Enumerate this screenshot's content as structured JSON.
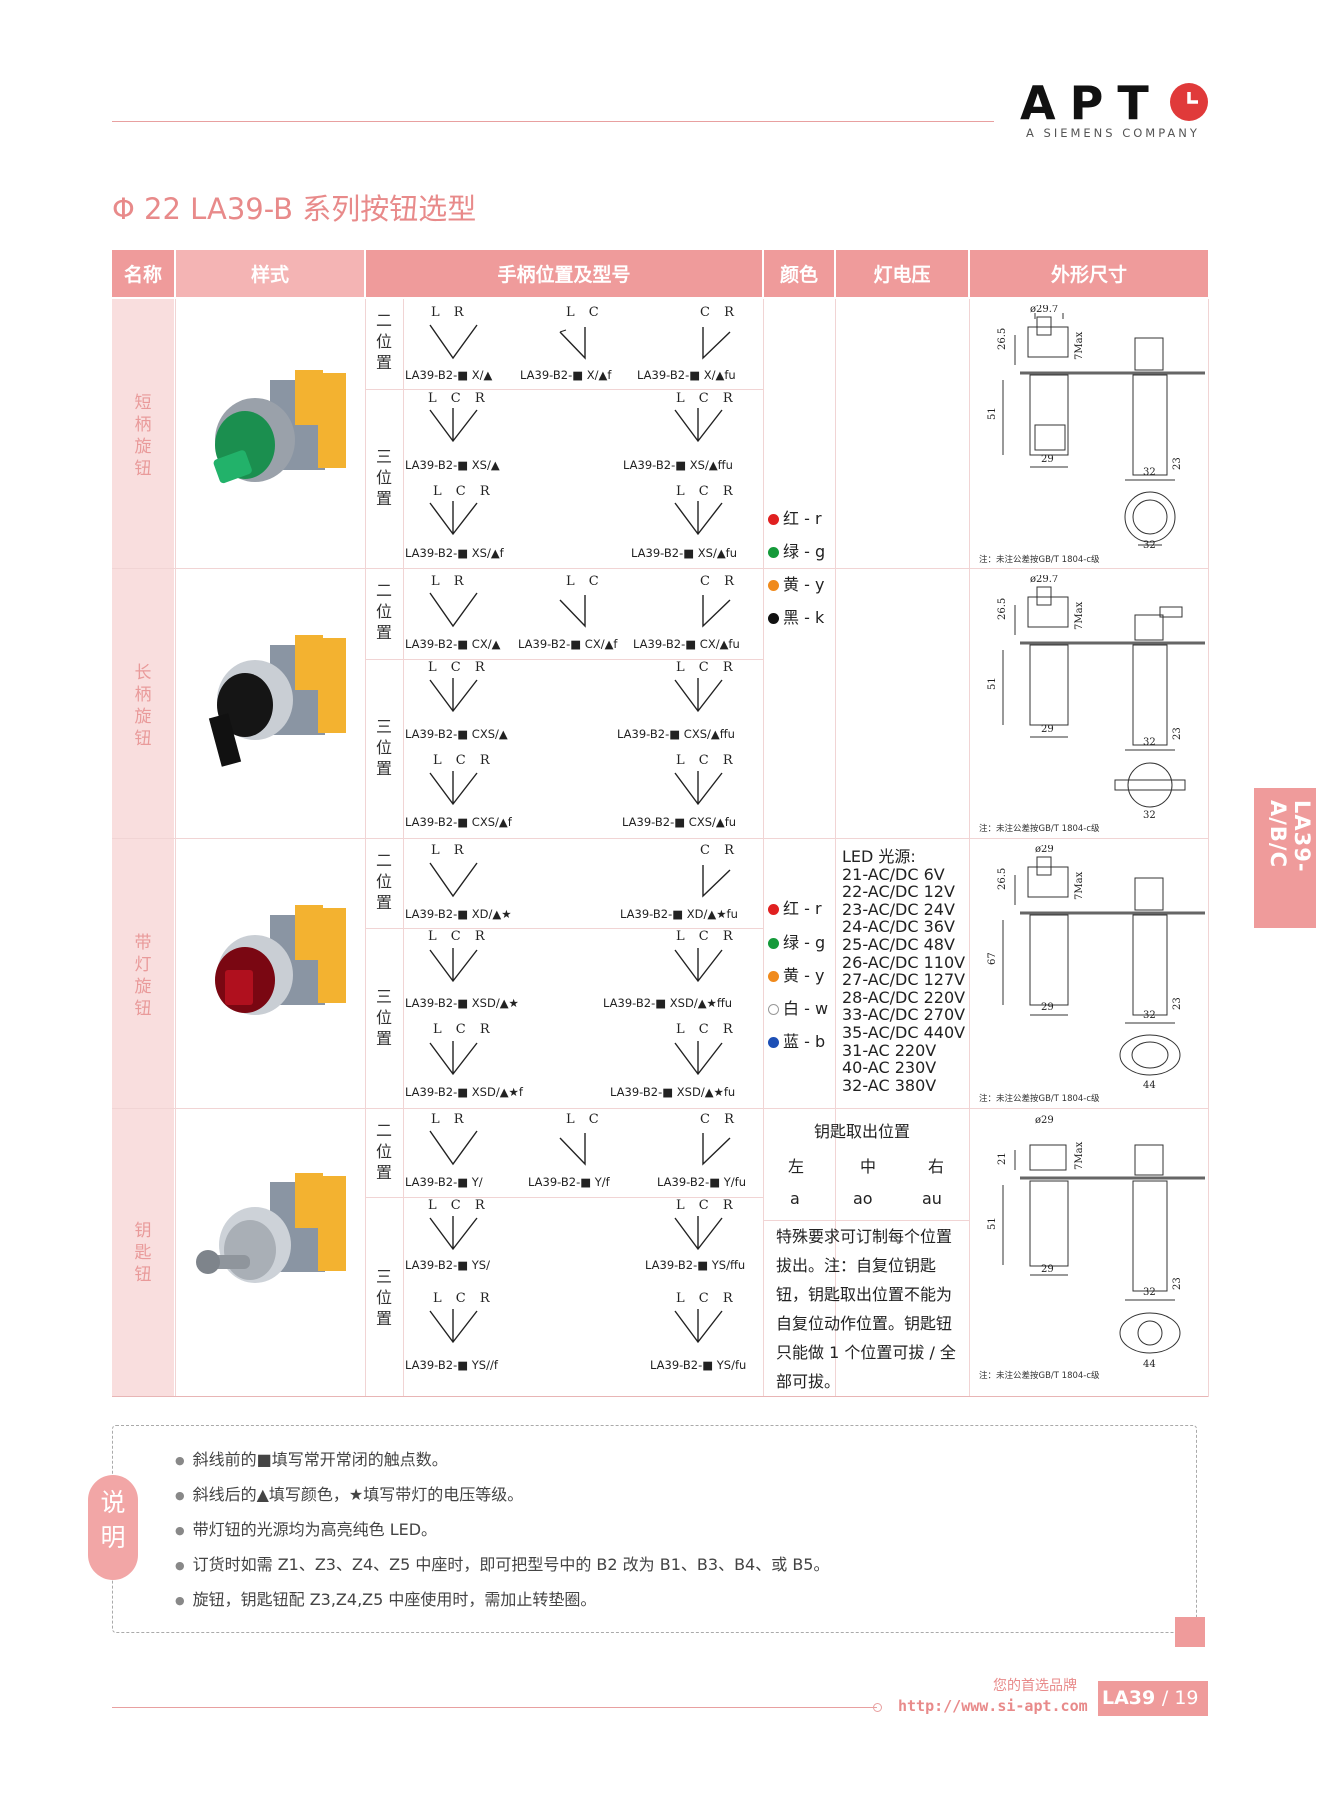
{
  "header": {
    "logo": "APT",
    "logo_sub": "A SIEMENS COMPANY"
  },
  "title": "Φ 22 LA39-B 系列按钮选型",
  "table_headers": [
    "名称",
    "样式",
    "手柄位置及型号",
    "颜色",
    "灯电压",
    "外形尺寸"
  ],
  "rows": [
    {
      "name": "短柄旋钮",
      "two_pos": {
        "label": "二位置",
        "items": [
          {
            "lr": "L R",
            "model": "LA39-B2-■ X/▲"
          },
          {
            "lr": "L C",
            "model": "LA39-B2-■ X/▲f"
          },
          {
            "lr": "C R",
            "model": "LA39-B2-■ X/▲fu"
          }
        ]
      },
      "three_pos": {
        "label": "三位置",
        "items": [
          {
            "lr": "L C R",
            "model": "LA39-B2-■ XS/▲"
          },
          {
            "lr": "L C R",
            "model": "LA39-B2-■ XS/▲ffu"
          },
          {
            "lr": "L C R",
            "model": "LA39-B2-■ XS/▲f"
          },
          {
            "lr": "L C R",
            "model": "LA39-B2-■ XS/▲fu"
          }
        ]
      },
      "dims": {
        "d": "ø29.7",
        "h1": "26.5",
        "h2": "51",
        "w": "29",
        "max": "7Max",
        "w2": "32",
        "h3": "23",
        "w3": "32"
      },
      "note": "注：未注公差按GB/T 1804-c级"
    },
    {
      "name": "长柄旋钮",
      "two_pos": {
        "label": "二位置",
        "items": [
          {
            "lr": "L R",
            "model": "LA39-B2-■ CX/▲"
          },
          {
            "lr": "L C",
            "model": "LA39-B2-■ CX/▲f"
          },
          {
            "lr": "C R",
            "model": "LA39-B2-■ CX/▲fu"
          }
        ]
      },
      "three_pos": {
        "label": "三位置",
        "items": [
          {
            "lr": "L C R",
            "model": "LA39-B2-■ CXS/▲"
          },
          {
            "lr": "L C R",
            "model": "LA39-B2-■ CXS/▲ffu"
          },
          {
            "lr": "L C R",
            "model": "LA39-B2-■ CXS/▲f"
          },
          {
            "lr": "L C R",
            "model": "LA39-B2-■ CXS/▲fu"
          }
        ]
      },
      "dims": {
        "d": "ø29.7",
        "h1": "26.5",
        "h2": "51",
        "w": "29",
        "max": "7Max",
        "w2": "32",
        "h3": "23",
        "w3": "32"
      },
      "note": "注：未注公差按GB/T 1804-c级"
    },
    {
      "name": "带灯旋钮",
      "two_pos": {
        "label": "二位置",
        "items": [
          {
            "lr": "L R",
            "model": "LA39-B2-■ XD/▲★"
          },
          {
            "lr": "C R",
            "model": "LA39-B2-■ XD/▲★fu"
          }
        ]
      },
      "three_pos": {
        "label": "三位置",
        "items": [
          {
            "lr": "L C R",
            "model": "LA39-B2-■ XSD/▲★"
          },
          {
            "lr": "L C R",
            "model": "LA39-B2-■ XSD/▲★ffu"
          },
          {
            "lr": "L C R",
            "model": "LA39-B2-■ XSD/▲★f"
          },
          {
            "lr": "L C R",
            "model": "LA39-B2-■ XSD/▲★fu"
          }
        ]
      },
      "dims": {
        "d": "ø29",
        "h1": "26.5",
        "h2": "67",
        "w": "29",
        "max": "7Max",
        "w2": "32",
        "h3": "23",
        "w3": "44"
      },
      "note": "注：未注公差按GB/T 1804-c级"
    },
    {
      "name": "钥匙钮",
      "two_pos": {
        "label": "二位置",
        "items": [
          {
            "lr": "L R",
            "model": "LA39-B2-■ Y/"
          },
          {
            "lr": "L C",
            "model": "LA39-B2-■ Y/f"
          },
          {
            "lr": "C R",
            "model": "LA39-B2-■ Y/fu"
          }
        ]
      },
      "three_pos": {
        "label": "三位置",
        "items": [
          {
            "lr": "L C R",
            "model": "LA39-B2-■ YS/"
          },
          {
            "lr": "L C R",
            "model": "LA39-B2-■ YS/ffu"
          },
          {
            "lr": "L C R",
            "model": "LA39-B2-■ YS//f"
          },
          {
            "lr": "L C R",
            "model": "LA39-B2-■ YS/fu"
          }
        ]
      },
      "dims": {
        "d": "ø29",
        "h1": "21",
        "h2": "51",
        "w": "29",
        "max": "7Max",
        "w2": "32",
        "h3": "23",
        "w3": "44"
      },
      "note": "注：未注公差按GB/T 1804-c级"
    }
  ],
  "colors_a": [
    {
      "label": "红 - r",
      "color": "#e02020"
    },
    {
      "label": "绿 - g",
      "color": "#159a3a"
    },
    {
      "label": "黄 - y",
      "color": "#f08a1c"
    },
    {
      "label": "黑 - k",
      "color": "#111111"
    }
  ],
  "colors_b": [
    {
      "label": "红 - r",
      "color": "#e02020"
    },
    {
      "label": "绿 - g",
      "color": "#159a3a"
    },
    {
      "label": "黄 - y",
      "color": "#f08a1c"
    },
    {
      "label": "白 - w",
      "color": "#ffffff"
    },
    {
      "label": "蓝 - b",
      "color": "#1d4fb5"
    }
  ],
  "voltage": {
    "title": "LED 光源:",
    "lines": [
      "21-AC/DC 6V",
      "22-AC/DC 12V",
      "23-AC/DC 24V",
      "24-AC/DC 36V",
      "25-AC/DC 48V",
      "26-AC/DC 110V",
      "27-AC/DC 127V",
      "28-AC/DC 220V",
      "33-AC/DC 270V",
      "35-AC/DC 440V",
      "31-AC 220V",
      "40-AC 230V",
      "32-AC 380V"
    ]
  },
  "key": {
    "title": "钥匙取出位置",
    "positions": [
      "左",
      "中",
      "右"
    ],
    "codes": [
      "a",
      "ao",
      "au"
    ],
    "special": "特殊要求可订制每个位置拔出。注：自复位钥匙钮，钥匙取出位置不能为自复位动作位置。钥匙钮只能做 1 个位置可拔 / 全部可拔。"
  },
  "notes": {
    "badge": "说明",
    "lines": [
      "斜线前的■填写常开常闭的触点数。",
      "斜线后的▲填写颜色，★填写带灯的电压等级。",
      "带灯钮的光源均为高亮纯色 LED。",
      "订货时如需 Z1、Z3、Z4、Z5 中座时，即可把型号中的 B2 改为 B1、B3、B4、或 B5。",
      "旋钮，钥匙钮配 Z3,Z4,Z5 中座使用时，需加止转垫圈。"
    ]
  },
  "side_tab": "LA39-A/B/C",
  "footer": {
    "slogan": "您的首选品牌",
    "url": "http://www.si-apt.com",
    "page_label": "LA39",
    "page_num": "/ 19"
  }
}
